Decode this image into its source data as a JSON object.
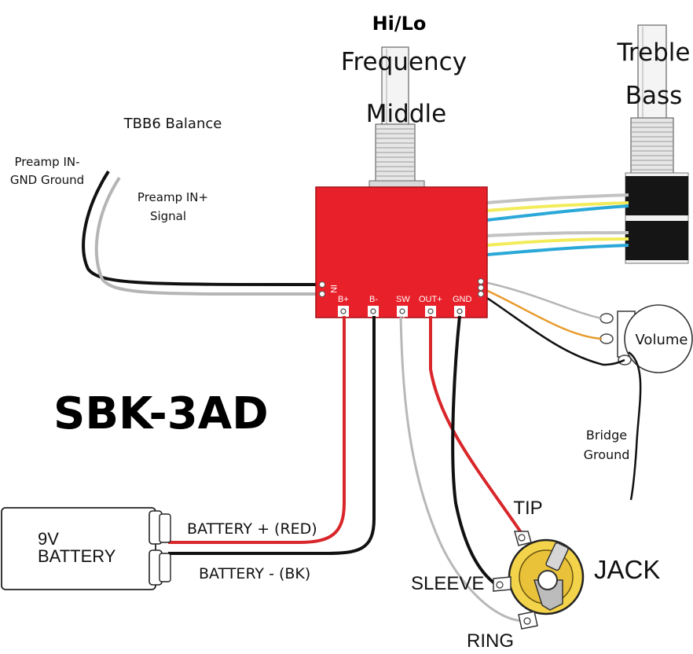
{
  "title": "SBK-3AD",
  "knobs": {
    "hilo": "Hi/Lo",
    "frequency": "Frequency",
    "middle": "Middle",
    "treble": "Treble",
    "bass": "Bass",
    "volume": "Volume"
  },
  "inputs": {
    "balance": "TBB6 Balance",
    "in_minus_1": "Preamp IN-",
    "in_minus_2": "GND Ground",
    "in_plus_1": "Preamp IN+",
    "in_plus_2": "Signal"
  },
  "module": {
    "in_label": "IN",
    "terminals": [
      "B+",
      "B-",
      "SW",
      "OUT+",
      "GND"
    ]
  },
  "battery": {
    "line1": "9V",
    "line2": "BATTERY",
    "plus_label": "BATTERY + (RED)",
    "minus_label": "BATTERY - (BK)"
  },
  "jack": {
    "label": "JACK",
    "tip": "TIP",
    "sleeve": "SLEEVE",
    "ring": "RING"
  },
  "bridge": {
    "line1": "Bridge",
    "line2": "Ground"
  },
  "colors": {
    "module": "#e8202a",
    "red_wire": "#d8262a",
    "black_wire": "#111111",
    "gray_wire": "#b5b5b5",
    "yellow_wire": "#f2ec5a",
    "blue_wire": "#2aa8d8",
    "orange_wire": "#e89a2c",
    "jack_gold": "#f3d34a"
  }
}
